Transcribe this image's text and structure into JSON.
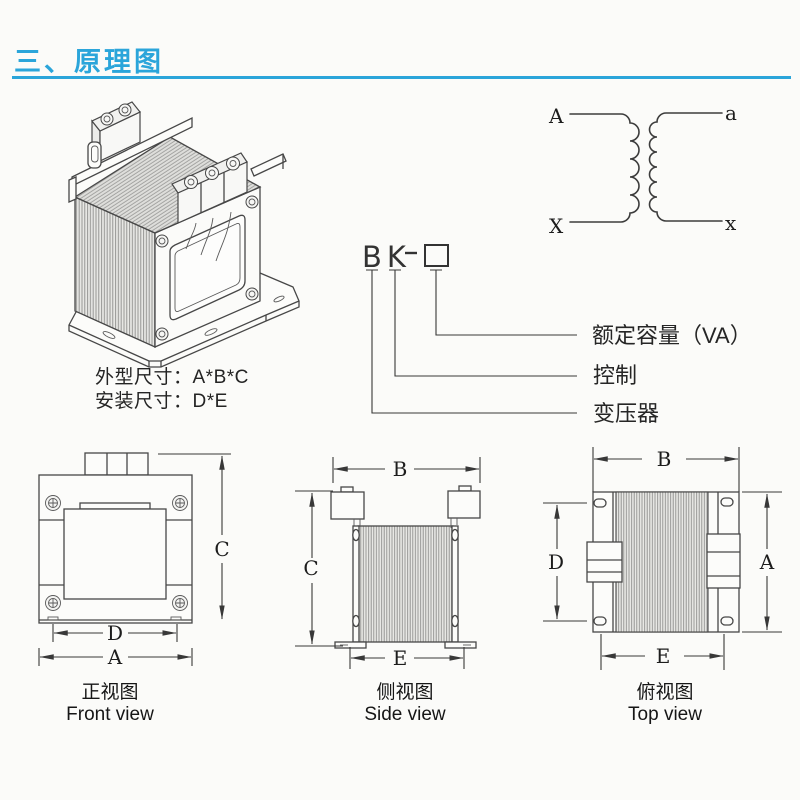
{
  "colors": {
    "accent": "#2ba5da",
    "ink": "#3c3c3c",
    "paper": "#fbfbf9"
  },
  "header": {
    "title": "三、原理图"
  },
  "note": {
    "line1": "外型尺寸：A*B*C",
    "line2": "安装尺寸：D*E"
  },
  "schematic": {
    "primary_top": "A",
    "primary_bottom": "X",
    "secondary_top": "a",
    "secondary_bottom": "x"
  },
  "model": {
    "code_prefix": "BK",
    "code_separator": "-",
    "code_box_symbol": "□",
    "callouts": [
      "额定容量（VA）",
      "控制",
      "变压器"
    ]
  },
  "views": {
    "front": {
      "caption_zh": "正视图",
      "caption_en": "Front view",
      "dim_height": "C",
      "dim_hole_span": "D",
      "dim_width": "A"
    },
    "side": {
      "caption_zh": "侧视图",
      "caption_en": "Side view",
      "dim_depth": "B",
      "dim_height": "C",
      "dim_hole_span": "E"
    },
    "top": {
      "caption_zh": "俯视图",
      "caption_en": "Top view",
      "dim_depth": "B",
      "dim_hole_span_d": "D",
      "dim_width": "A",
      "dim_hole_span_e": "E"
    }
  }
}
